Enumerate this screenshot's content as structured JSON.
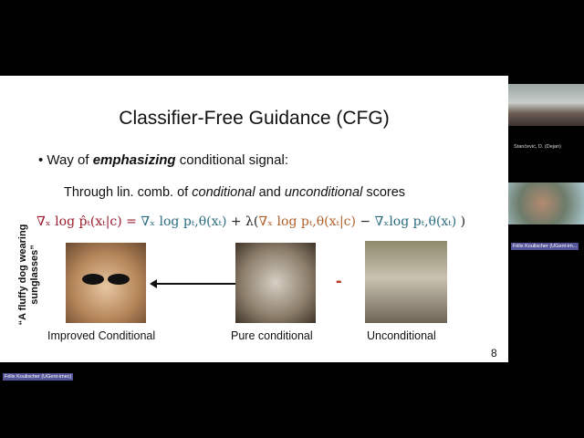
{
  "slide": {
    "title": "Classifier-Free Guidance (CFG)",
    "bullet_prefix": "• Way of ",
    "bullet_emph": "emphasizing",
    "bullet_suffix": " conditional signal:",
    "sub_a": "Through lin. comb. of ",
    "sub_b": "conditional",
    "sub_c": " and ",
    "sub_d": "unconditional",
    "sub_e": " scores",
    "eq_lhs": "∇ₓ log p̂ₜ(xₜ|c) = ",
    "eq_t1": "∇ₓ log pₜ,θ(xₜ)",
    "eq_plus": "  + λ(",
    "eq_t2": "∇ₓ log pₜ,θ(xₜ|c)",
    "eq_minus": " −  ",
    "eq_t3": "∇ₓlog pₜ,θ(xₜ)",
    "eq_close": " )",
    "prompt": "“A fluffy dog wearing sunglasses”",
    "captions": [
      "Improved Conditional",
      "Pure conditional",
      "Unconditional"
    ],
    "minus_sign": "-",
    "page_number": "8"
  },
  "participants": [
    {
      "name": "Stančević, D. (Dejan)"
    },
    {
      "name": "Félix Koulischer (UGent-im..."
    }
  ],
  "presenter_label": "Félix Koulischer (UGent-imec)"
}
